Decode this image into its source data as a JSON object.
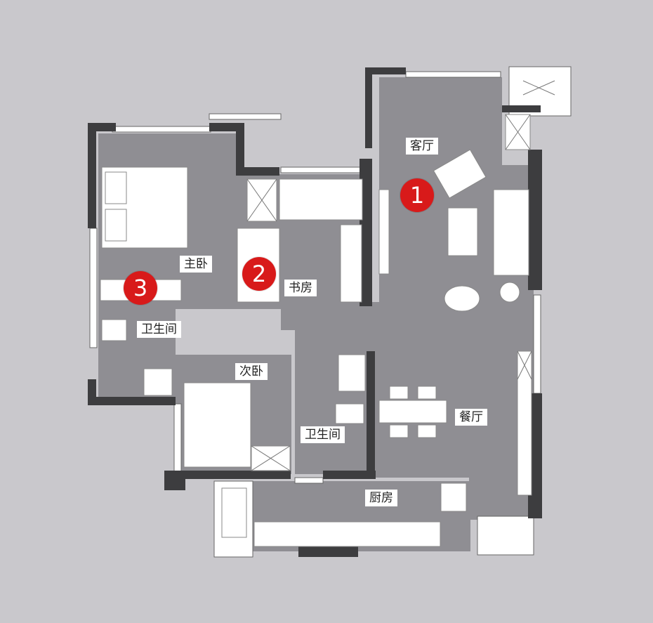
{
  "rooms": {
    "living_room": "客厅",
    "master_bedroom": "主卧",
    "study": "书房",
    "bathroom_1": "卫生间",
    "second_bedroom": "次卧",
    "bathroom_2": "卫生间",
    "dining_room": "餐厅",
    "kitchen": "厨房"
  },
  "markers": {
    "m1": "1",
    "m2": "2",
    "m3": "3"
  },
  "colors": {
    "background": "#c9c8cc",
    "floor": "#8f8e93",
    "wall": "#3d3d3f",
    "marker": "#d81a1a",
    "furniture": "#ffffff"
  }
}
